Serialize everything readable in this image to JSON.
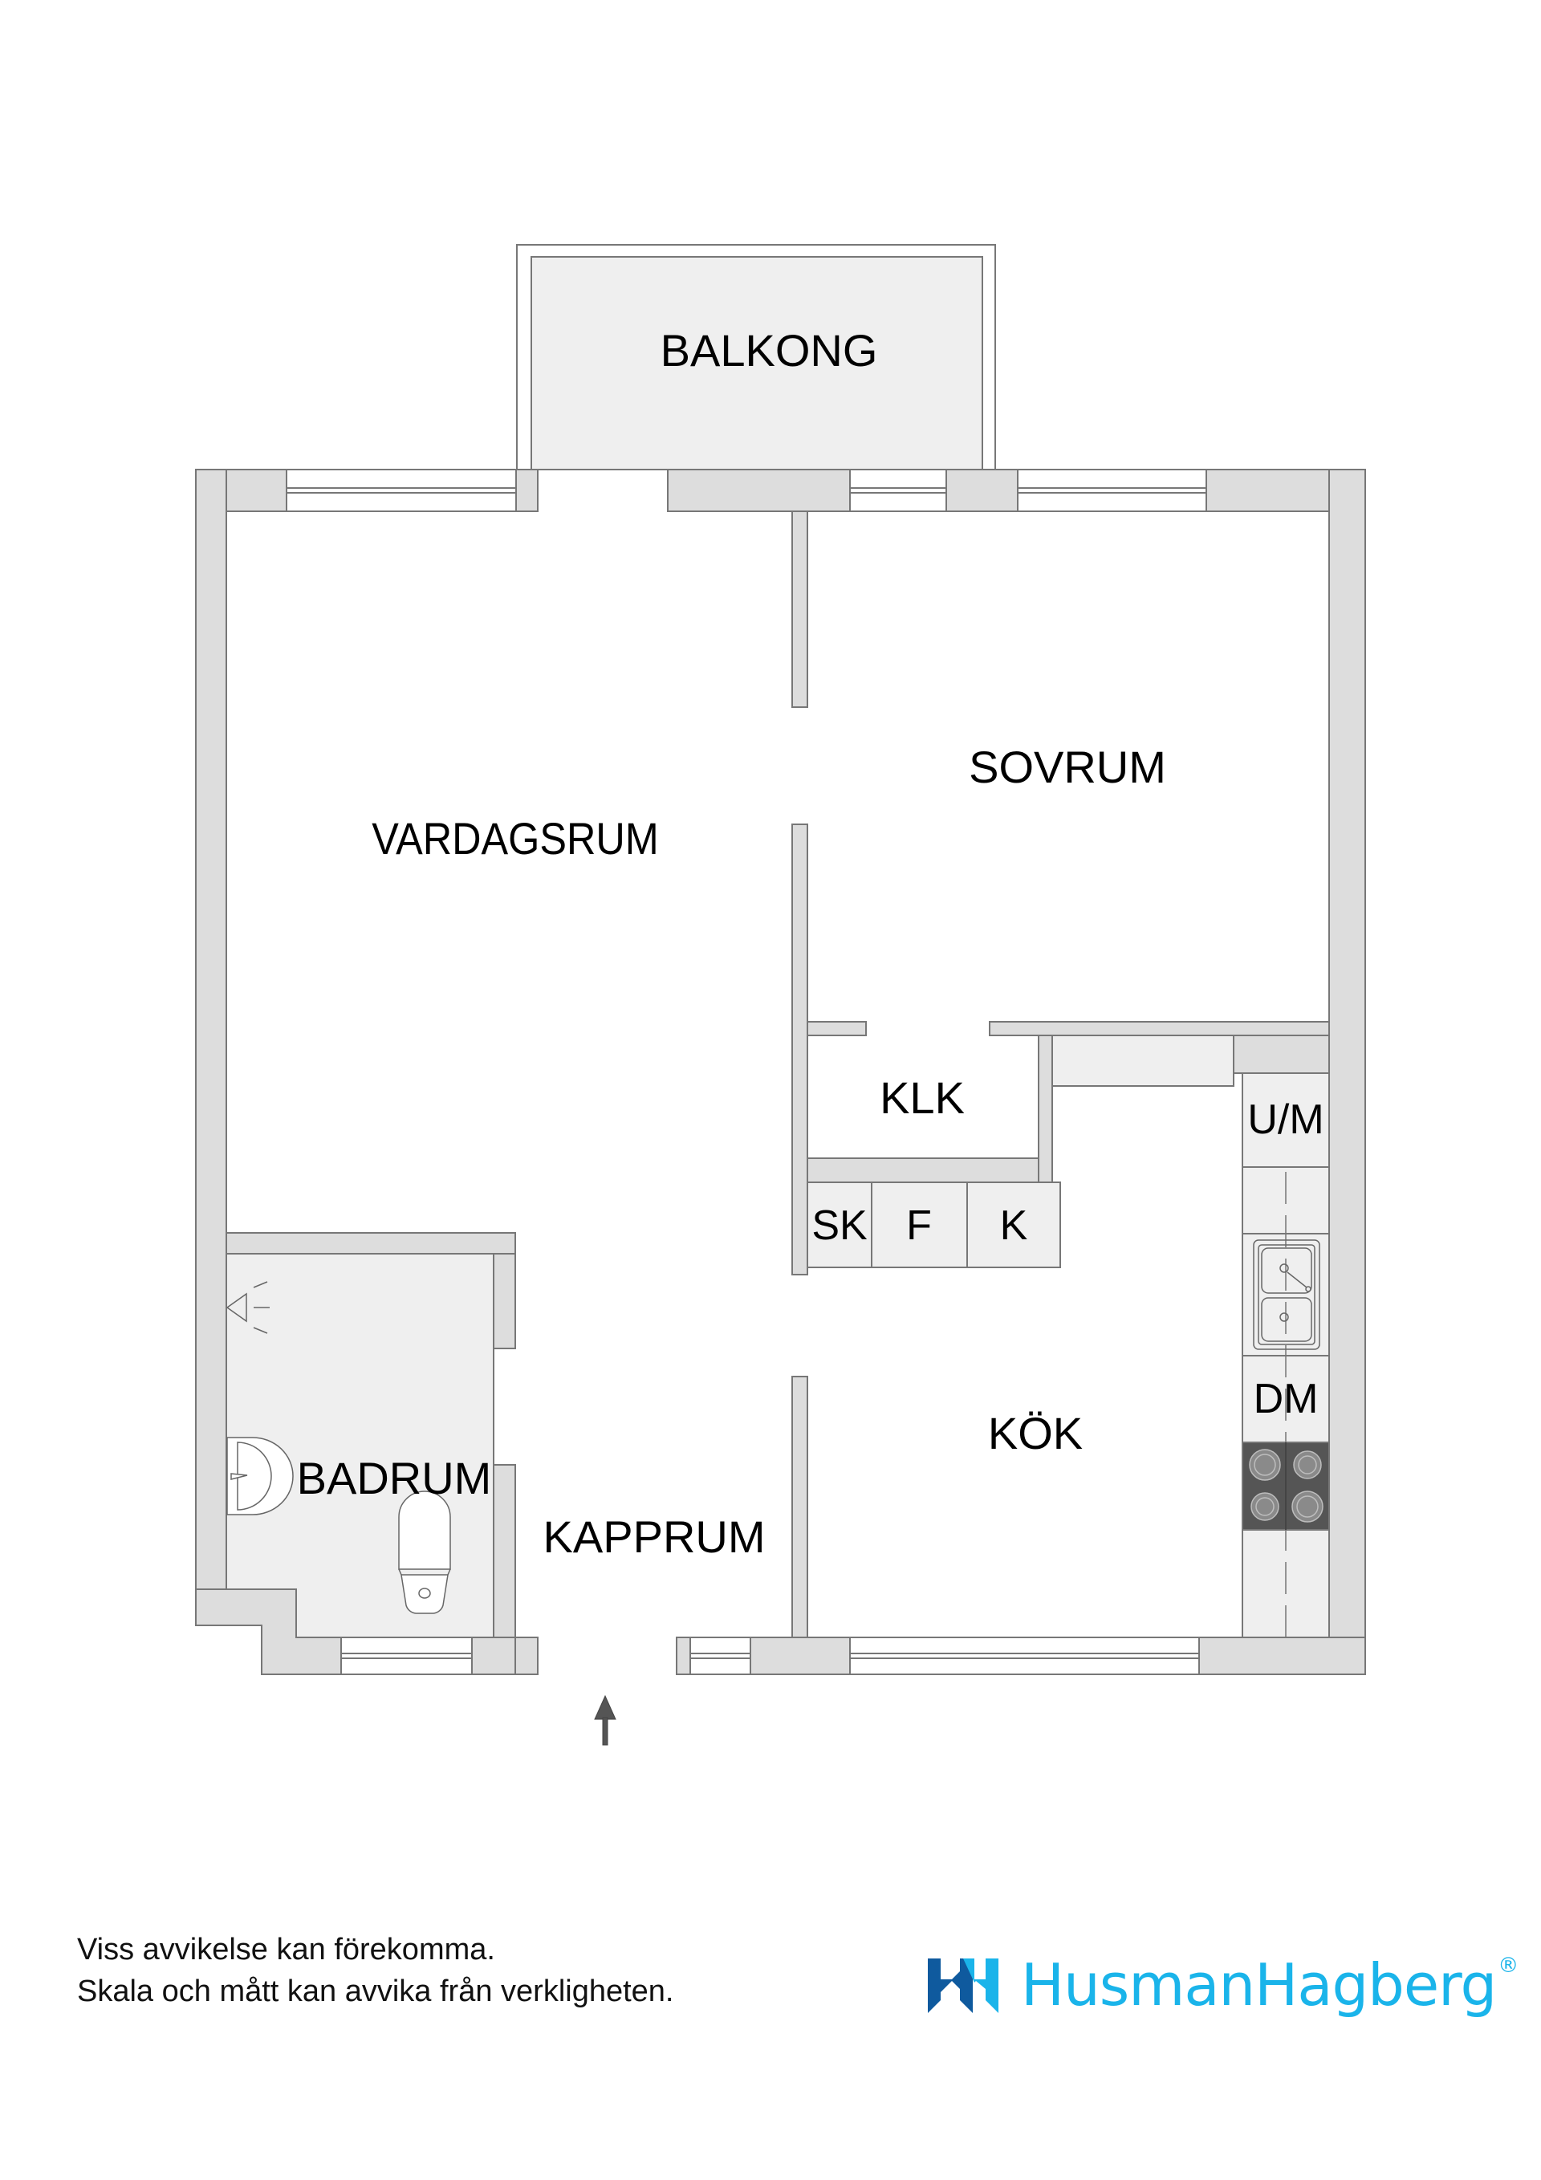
{
  "plan": {
    "rooms": {
      "balcony": "BALKONG",
      "bedroom": "SOVRUM",
      "living_room": "VARDAGSRUM",
      "walk_in_closet": "KLK",
      "kitchen": "KÖK",
      "bathroom": "BADRUM",
      "cloakroom": "KAPPRUM"
    },
    "fixtures": {
      "oven_microwave": "U/M",
      "broom_closet": "SK",
      "freezer": "F",
      "fridge": "K",
      "dishwasher": "DM"
    },
    "entrance_icon": "arrow-up-icon"
  },
  "colors": {
    "wall": "#dddddd",
    "wall_line": "#777777",
    "wet_floor": "#efefef",
    "stove": "#555555",
    "burner": "#8a8a8a",
    "brand_dark": "#0f5a9e",
    "brand_light": "#1ab4ea"
  },
  "footer": {
    "disclaimer_line1": "Viss avvikelse kan förekomma.",
    "disclaimer_line2": "Skala och mått kan avvika från verkligheten.",
    "brand_name": "HusmanHagberg",
    "brand_reg": "®"
  }
}
